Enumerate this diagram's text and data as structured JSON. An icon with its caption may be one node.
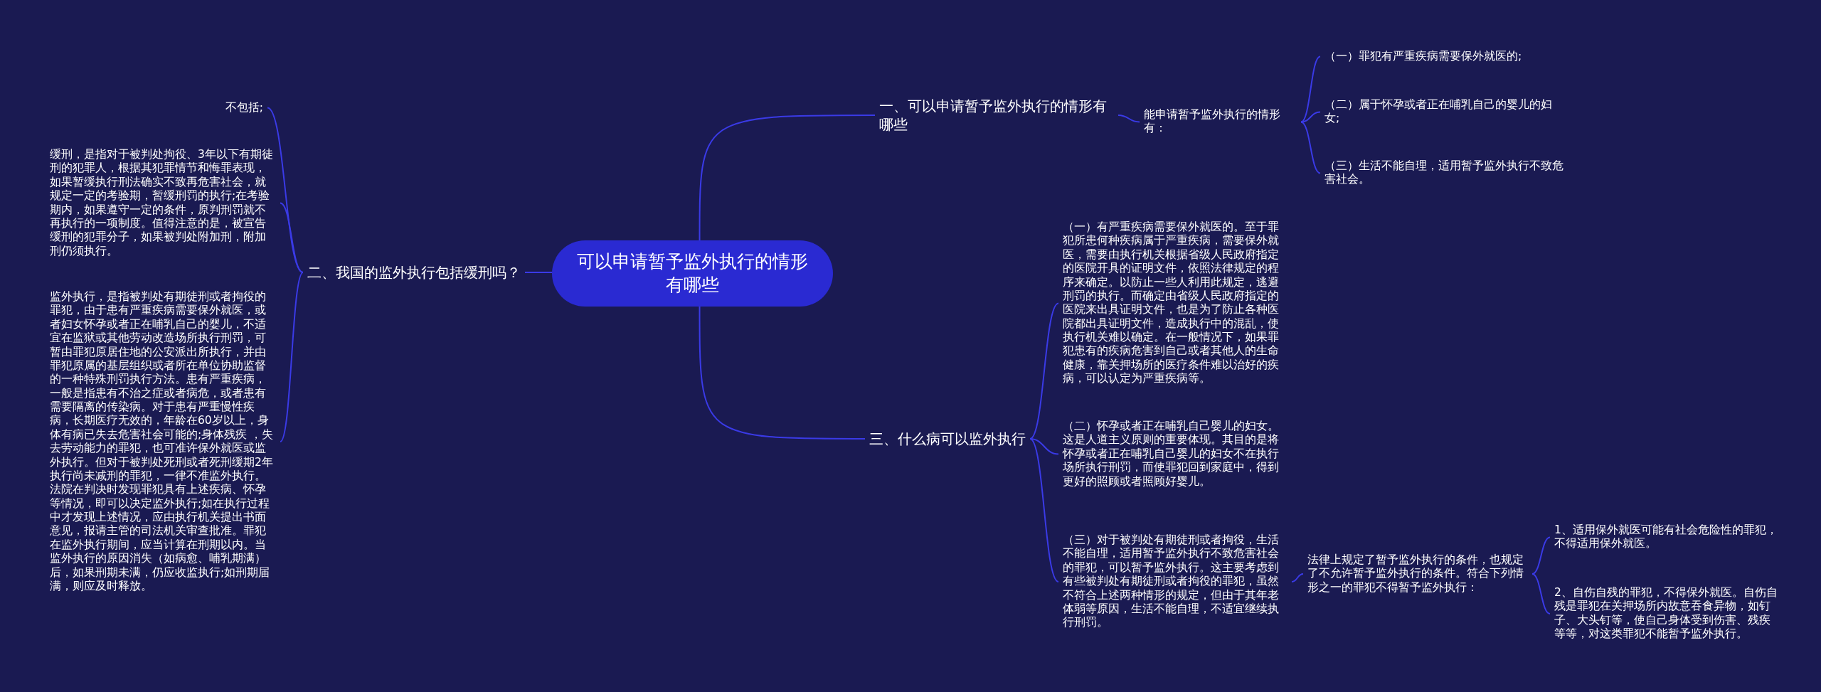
{
  "diagram": {
    "nodes": [
      {
        "text": [
          "可以申请暂予监外执行的情形有哪些"
        ]
      },
      {
        "text": [
          "一、可以申请暂予监外执行的情形有哪些"
        ]
      },
      {
        "text": [
          "能申请暂予监外执行的情形有："
        ]
      },
      {
        "text": [
          "（一）罪犯有严重疾病需要保外就医的;"
        ]
      },
      {
        "text": [
          "（二）属于怀孕或者正在哺乳自己的婴儿的妇女;"
        ]
      },
      {
        "text": [
          "（三）生活不能自理，适用暂予监外执行不致危害社会。"
        ]
      },
      {
        "text": [
          "二、我国的监外执行包括缓刑吗？"
        ]
      },
      {
        "text": [
          "不包括;"
        ]
      },
      {
        "text": [
          "缓刑，是指对于被判处拘役、3年以下有期徒刑的犯罪人，根据其犯罪情节和悔罪表现，如果暂缓执行刑法确实不致再危害社会，就规定一定的考验期，暂缓刑罚的执行;在考验期内，如果遵守一定的条件，原判刑罚就不再执行的一项制度。值得注意的是，被宣告缓刑的犯罪分子，如果被判处附加刑，附加刑仍须执行。"
        ]
      },
      {
        "text": [
          "监外执行，是指被判处有期徒刑或者拘役的罪犯，由于患有严重疾病需要保外就医，或者妇女怀孕或者正在哺乳自己的婴儿，不适宜在监狱或其他劳动改造场所执行刑罚，可暂由罪犯原居住地的公安派出所执行，并由罪犯原属的基层组织或者所在单位协助监督的一种特殊刑罚执行方法。患有严重疾病，一般是指患有不治之症或者病危，或者患有需要隔离的传染病。对于患有严重慢性疾病，长期医疗无效的，年龄在60岁以上，身体有病已失去危害社会可能的;身体残疾 ，失去劳动能力的罪犯，也可准许保外就医或监外执行。但对于被判处死刑或者死刑缓期2年执行尚未减刑的罪犯，一律不准监外执行。法院在判决时发现罪犯具有上述疾病、怀孕等情况，即可以决定监外执行;如在执行过程中才发现上述情况，应由执行机关提出书面意见，报请主管的司法机关审查批准。罪犯在监外执行期间，应当计算在刑期以内。当监外执行的原因消失（如病愈、哺乳期满）后，如果刑期未满，仍应收监执行;如刑期届满，则应及时释放。"
        ]
      },
      {
        "text": [
          "三、什么病可以监外执行"
        ]
      },
      {
        "text": [
          "（一）有严重疾病需要保外就医的。至于罪犯所患何种疾病属于严重疾病，需要保外就医，需要由执行机关根据省级人民政府指定的医院开具的证明文件，依照法律规定的程序来确定。以防止一些人利用此规定，逃避刑罚的执行。而确定由省级人民政府指定的医院来出具证明文件，也是为了防止各种医院都出具证明文件，造成执行中的混乱，使执行机关难以确定。在一般情况下，如果罪犯患有的疾病危害到自己或者其他人的生命健康，靠关押场所的医疗条件难以治好的疾病，可以认定为严重疾病等。"
        ]
      },
      {
        "text": [
          "（二）怀孕或者正在哺乳自己婴儿的妇女。这是人道主义原则的重要体现。其目的是将怀孕或者正在哺乳自己婴儿的妇女不在执行场所执行刑罚，而使罪犯回到家庭中，得到更好的照顾或者照顾好婴儿。"
        ]
      },
      {
        "text": [
          "（三）对于被判处有期徒刑或者拘役，生活不能自理，适用暂予监外执行不致危害社会的罪犯，可以暂予监外执行。这主要考虑到有些被判处有期徒刑或者拘役的罪犯，虽然不符合上述两种情形的规定，但由于其年老体弱等原因，生活不能自理，不适宜继续执行刑罚。"
        ]
      },
      {
        "text": [
          "法律上规定了暂予监外执行的条件，也规定了不允许暂予监外执行的条件。符合下列情形之一的罪犯不得暂予监外执行："
        ]
      },
      {
        "text": [
          "1、适用保外就医可能有社会危险性的罪犯，不得适用保外就医。"
        ]
      },
      {
        "text": [
          "2、自伤自残的罪犯，不得保外就医。自伤自残是罪犯在关押场所内故意吞食异物，如钉子、大头钉等，使自己身体受到伤害、残疾等等，对这类罪犯不能暂予监外执行。"
        ]
      }
    ],
    "edges": [
      {
        "from": 0,
        "to": 1,
        "arrow": "none"
      },
      {
        "from": 1,
        "to": 2,
        "arrow": "none"
      },
      {
        "from": 2,
        "to": 3,
        "arrow": "none"
      },
      {
        "from": 2,
        "to": 4,
        "arrow": "none"
      },
      {
        "from": 2,
        "to": 5,
        "arrow": "none"
      },
      {
        "from": 0,
        "to": 6,
        "arrow": "none"
      },
      {
        "from": 6,
        "to": 7,
        "arrow": "none"
      },
      {
        "from": 6,
        "to": 8,
        "arrow": "none"
      },
      {
        "from": 6,
        "to": 9,
        "arrow": "none"
      },
      {
        "from": 0,
        "to": 10,
        "arrow": "none"
      },
      {
        "from": 10,
        "to": 11,
        "arrow": "none"
      },
      {
        "from": 10,
        "to": 12,
        "arrow": "none"
      },
      {
        "from": 10,
        "to": 13,
        "arrow": "none"
      },
      {
        "from": 13,
        "to": 14,
        "arrow": "none"
      },
      {
        "from": 14,
        "to": 15,
        "arrow": "none"
      },
      {
        "from": 14,
        "to": 16,
        "arrow": "none"
      }
    ]
  }
}
